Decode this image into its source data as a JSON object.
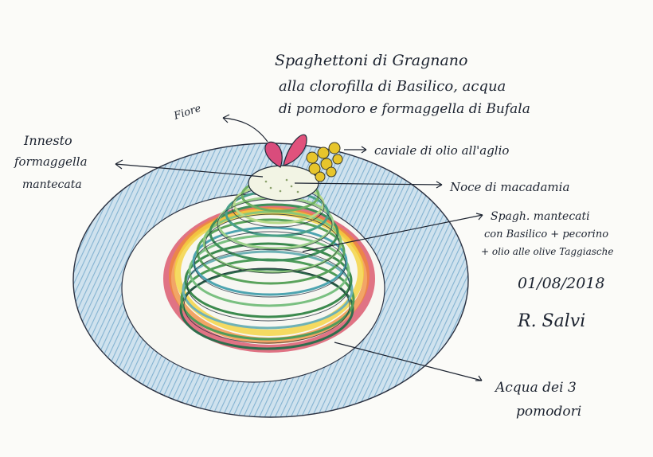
{
  "title_lines": [
    "Spaghettoni di Gragnano",
    "alla clorofilla di Basilico, acqua",
    "di pomodoro e formaggella di Bufala"
  ],
  "annotations": {
    "fiore": "Fiore",
    "innesto": [
      "Innesto",
      "formaggella",
      "mantecata"
    ],
    "caviale": "caviale di olio all'aglio",
    "noce": "Noce di macadamia",
    "spaghetti": [
      "Spagh. mantecati",
      "con Basilico + pecorino",
      "+ olio alle olive Taggiasche"
    ],
    "acqua": [
      "Acqua dei 3",
      "pomodori"
    ]
  },
  "date": "01/08/2018",
  "signature": "R. Salvi",
  "colors": {
    "ink": "#1c2330",
    "plate_blue": "#9cc4dc",
    "paper": "#fbfbf8"
  }
}
